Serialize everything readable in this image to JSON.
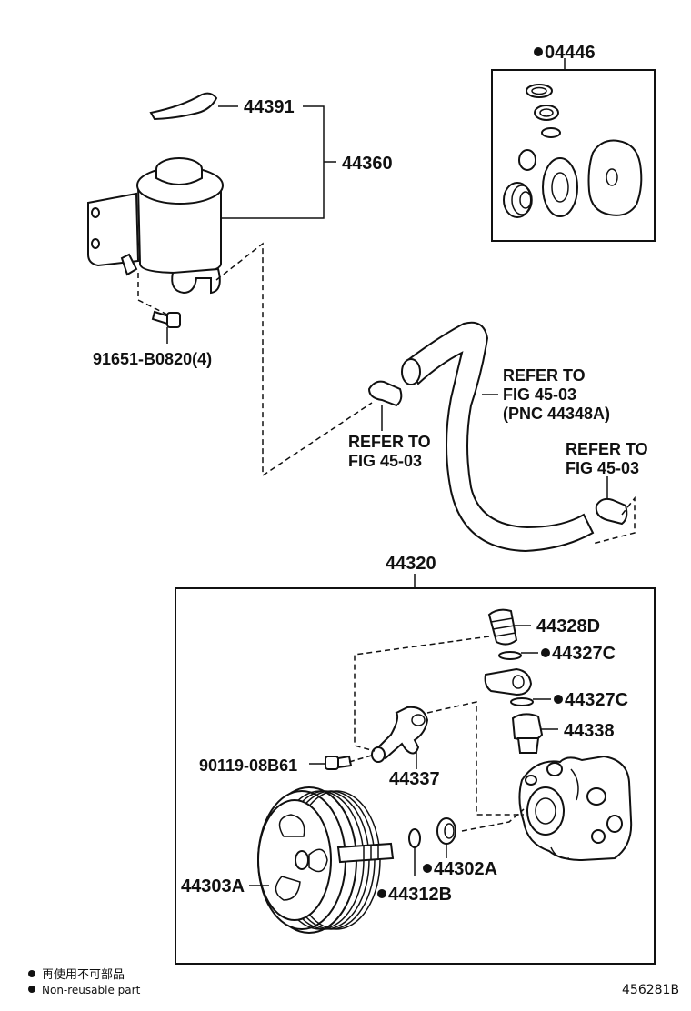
{
  "parts": {
    "kit": "04446",
    "hose_small": "44391",
    "reservoir": "44360",
    "bolt_reservoir": "91651-B0820(4)",
    "pump_assy": "44320",
    "union": "44328D",
    "oring_upper": "44327C",
    "oring_lower": "44327C",
    "valve": "44338",
    "bolt_pump": "90119-08B61",
    "inlet_pipe": "44337",
    "pulley": "44303A",
    "seal_front": "44302A",
    "seal_ring": "44312B"
  },
  "refs": {
    "ref_left_1": "REFER TO",
    "ref_left_2": "FIG 45-03",
    "ref_mid_1": "REFER TO",
    "ref_mid_2": "FIG 45-03",
    "ref_mid_3": "(PNC 44348A)",
    "ref_right_1": "REFER TO",
    "ref_right_2": "FIG 45-03"
  },
  "legend": {
    "jp": "再使用不可部品",
    "en": "Non-reusable part"
  },
  "figure_id": "456281B"
}
